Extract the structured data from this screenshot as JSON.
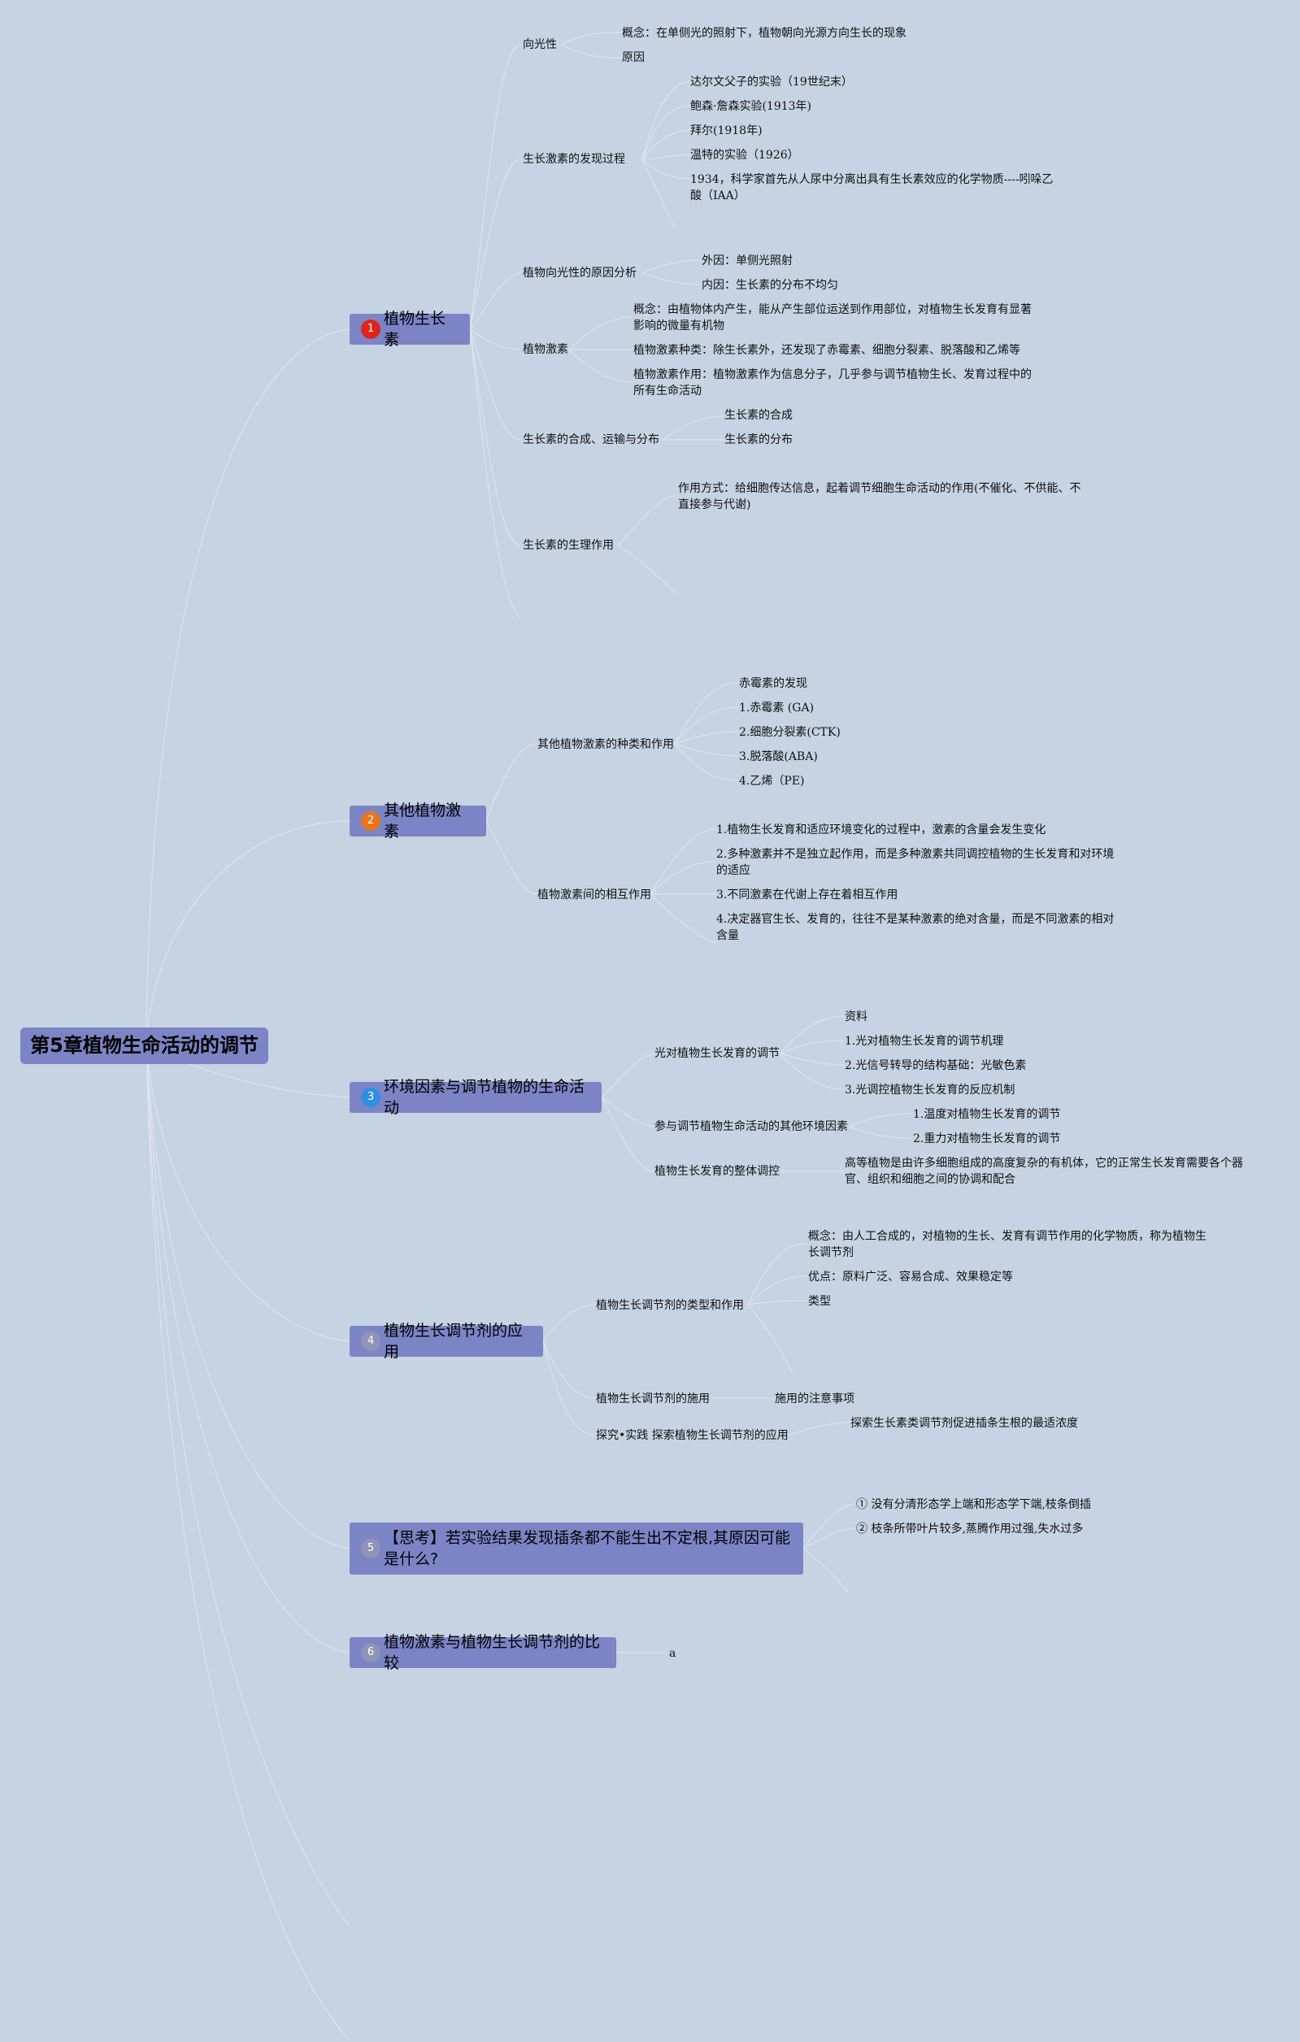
{
  "root": {
    "label": "第5章植物生命活动的调节"
  },
  "colors": {
    "background": "#c5d3e2",
    "topic_fill": "#7b85c6",
    "link": "#dde4ef",
    "badge_red": "#e0261c",
    "badge_orange": "#e8751d",
    "badge_blue": "#2f8fe0",
    "badge_gray": "#8f93b6"
  },
  "branches": [
    {
      "num": "1",
      "label": "植物生长素"
    },
    {
      "num": "2",
      "label": "其他植物激素"
    },
    {
      "num": "3",
      "label": "环境因素与调节植物的生命活动"
    },
    {
      "num": "4",
      "label": "植物生长调节剂的应用"
    },
    {
      "num": "5",
      "label": "【思考】若实验结果发现插条都不能生出不定根,其原因可能是什么?"
    },
    {
      "num": "6",
      "label": "植物激素与植物生长调节剂的比较"
    }
  ],
  "b1": {
    "c1": {
      "label": "向光性",
      "items": [
        "概念：在单侧光的照射下，植物朝向光源方向生长的现象",
        "原因"
      ]
    },
    "c2": {
      "label": "生长激素的发现过程",
      "items": [
        "达尔文父子的实验（19世纪末）",
        "鲍森·詹森实验(1913年)",
        "拜尔(1918年)",
        "温特的实验（1926）",
        "1934，科学家首先从人尿中分离出具有生长素效应的化学物质----吲哚乙酸（IAA）"
      ]
    },
    "c3": {
      "label": "植物向光性的原因分析",
      "items": [
        "外因：单侧光照射",
        "内因：生长素的分布不均匀"
      ]
    },
    "c4": {
      "label": "植物激素",
      "items": [
        "概念：由植物体内产生，能从产生部位运送到作用部位，对植物生长发育有显著影响的微量有机物",
        "植物激素种类：除生长素外，还发现了赤霉素、细胞分裂素、脱落酸和乙烯等",
        "植物激素作用：植物激素作为信息分子，几乎参与调节植物生长、发育过程中的所有生命活动"
      ]
    },
    "c5": {
      "label": "生长素的合成、运输与分布",
      "items": [
        "生长素的合成",
        "生长素的分布"
      ]
    },
    "c6": {
      "label": "生长素的生理作用",
      "items": [
        "作用方式：给细胞传达信息，起着调节细胞生命活动的作用(不催化、不供能、不直接参与代谢)"
      ]
    }
  },
  "b2": {
    "c1": {
      "label": "其他植物激素的种类和作用",
      "items": [
        "赤霉素的发现",
        "1.赤霉素 (GA)",
        "2.细胞分裂素(CTK)",
        "3.脱落酸(ABA)",
        "4.乙烯（PE)"
      ]
    },
    "c2": {
      "label": "植物激素间的相互作用",
      "items": [
        "1.植物生长发育和适应环境变化的过程中，激素的含量会发生变化",
        "2.多种激素并不是独立起作用，而是多种激素共同调控植物的生长发育和对环境的适应",
        "3.不同激素在代谢上存在着相互作用",
        "4.决定器官生长、发育的，往往不是某种激素的绝对含量，而是不同激素的相对含量"
      ]
    }
  },
  "b3": {
    "c1": {
      "label": "光对植物生长发育的调节",
      "items": [
        "资料",
        "1.光对植物生长发育的调节机理",
        "2.光信号转导的结构基础：光敏色素",
        "3.光调控植物生长发育的反应机制"
      ]
    },
    "c2": {
      "label": "参与调节植物生命活动的其他环境因素",
      "items": [
        "1.温度对植物生长发育的调节",
        "2.重力对植物生长发育的调节"
      ]
    },
    "c3": {
      "label": "植物生长发育的整体调控",
      "items": [
        "高等植物是由许多细胞组成的高度复杂的有机体，它的正常生长发育需要各个器官、组织和细胞之间的协调和配合"
      ]
    }
  },
  "b4": {
    "c1": {
      "label": "植物生长调节剂的类型和作用",
      "items": [
        "概念：由人工合成的，对植物的生长、发育有调节作用的化学物质，称为植物生长调节剂",
        "优点：原料广泛、容易合成、效果稳定等",
        "类型"
      ]
    },
    "c2": {
      "label": "植物生长调节剂的施用",
      "items": [
        "施用的注意事项"
      ]
    },
    "c3": {
      "label": "探究•实践 探索植物生长调节剂的应用",
      "items": [
        "探索生长素类调节剂促进插条生根的最适浓度"
      ]
    }
  },
  "b5": {
    "items": [
      "① 没有分清形态学上端和形态学下端,枝条倒插",
      "② 枝条所带叶片较多,蒸腾作用过强,失水过多"
    ]
  },
  "b6": {
    "items": [
      "a"
    ]
  }
}
